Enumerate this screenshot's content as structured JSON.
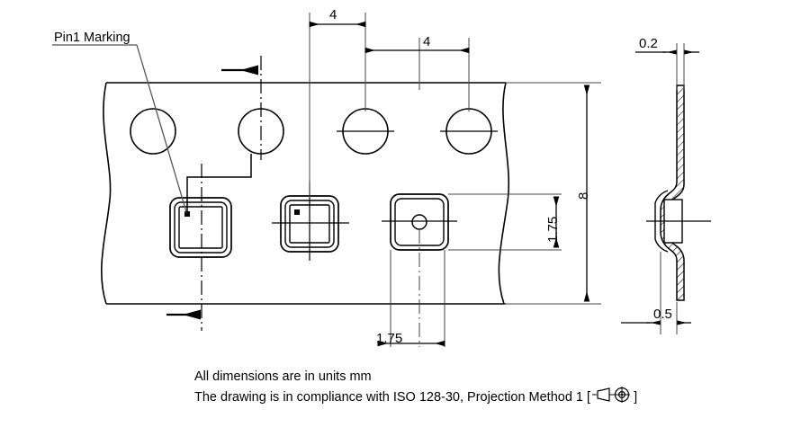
{
  "drawing": {
    "type": "engineering-drawing",
    "subject": "carrier-tape-cross-section",
    "units": "mm"
  },
  "labels": {
    "pin1_marking": "Pin1 Marking"
  },
  "dimensions": {
    "pitch_top_outer": "4",
    "pitch_top_inner": "4",
    "tape_width": "8",
    "edge_to_pocket_vertical": "1.75",
    "pocket_offset_horizontal": "1.75",
    "tape_thickness": "0.2",
    "pocket_depth_offset": "0.5"
  },
  "notes": {
    "line1": "All dimensions are in units mm",
    "line2_prefix": "The drawing is in compliance with ISO 128-30, Projection Method 1 [",
    "line2_suffix": "]",
    "projection_symbol": "first-angle-projection-symbol"
  },
  "colors": {
    "line": "#000000",
    "background": "#ffffff",
    "thin_line": "#333333"
  }
}
